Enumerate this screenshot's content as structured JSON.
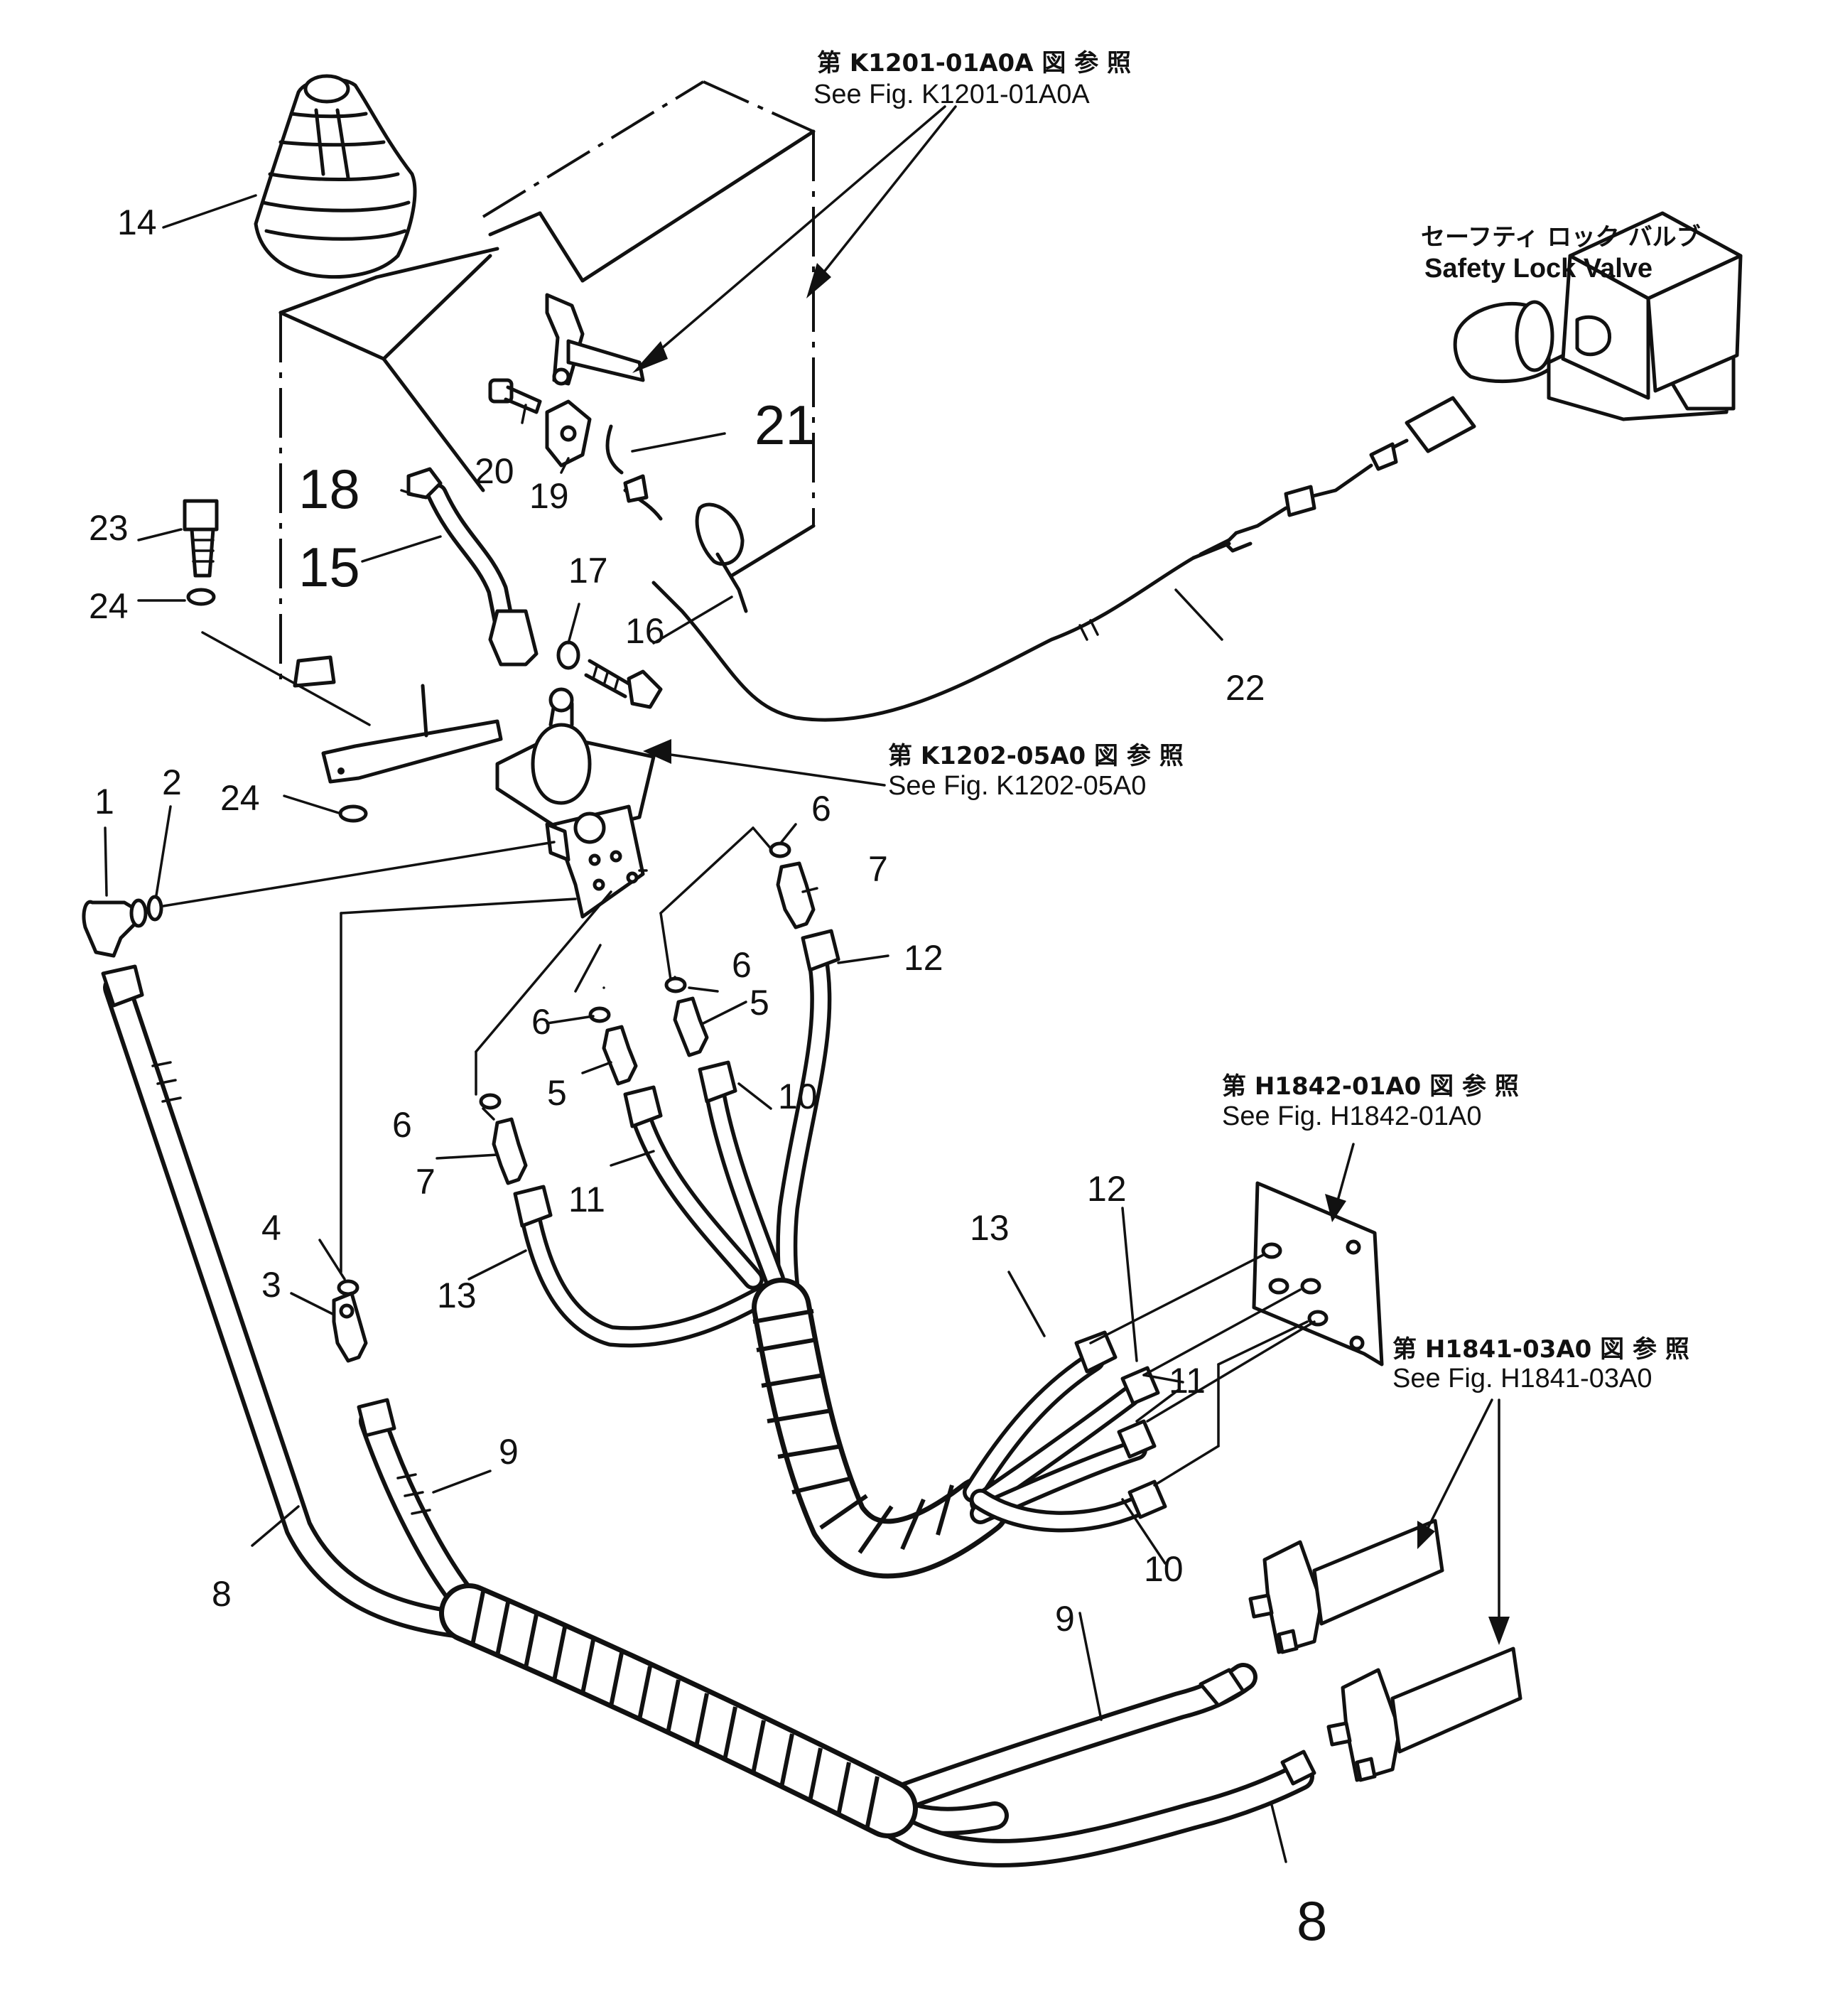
{
  "references": {
    "k1201": {
      "jp": "第 K1201-01A0A 図 参 照",
      "en": "See Fig. K1201-01A0A"
    },
    "k1202": {
      "jp": "第 K1202-05A0 図 参 照",
      "en": "See Fig. K1202-05A0"
    },
    "h1842": {
      "jp": "第 H1842-01A0 図 参 照",
      "en": "See Fig. H1842-01A0"
    },
    "h1841": {
      "jp": "第 H1841-03A0 図 参 照",
      "en": "See Fig. H1841-03A0"
    }
  },
  "safety_lock_valve": {
    "jp": "セーフティ ロック バルブ",
    "en": "Safety Lock Valve"
  },
  "part_numbers": {
    "p1": "1",
    "p2": "2",
    "p3": "3",
    "p4": "4",
    "p5a": "5",
    "p5b": "5",
    "p6a": "6",
    "p6b": "6",
    "p6c": "6",
    "p6d": "6",
    "p7a": "7",
    "p7b": "7",
    "p8a": "8",
    "p8b": "8",
    "p9a": "9",
    "p9b": "9",
    "p10a": "10",
    "p10b": "10",
    "p11a": "11",
    "p11b": "11",
    "p12a": "12",
    "p12b": "12",
    "p13a": "13",
    "p13b": "13",
    "p14": "14",
    "p15": "15",
    "p16": "16",
    "p17": "17",
    "p18": "18",
    "p19": "19",
    "p20": "20",
    "p21": "21",
    "p22": "22",
    "p23": "23",
    "p24a": "24",
    "p24b": "24"
  }
}
